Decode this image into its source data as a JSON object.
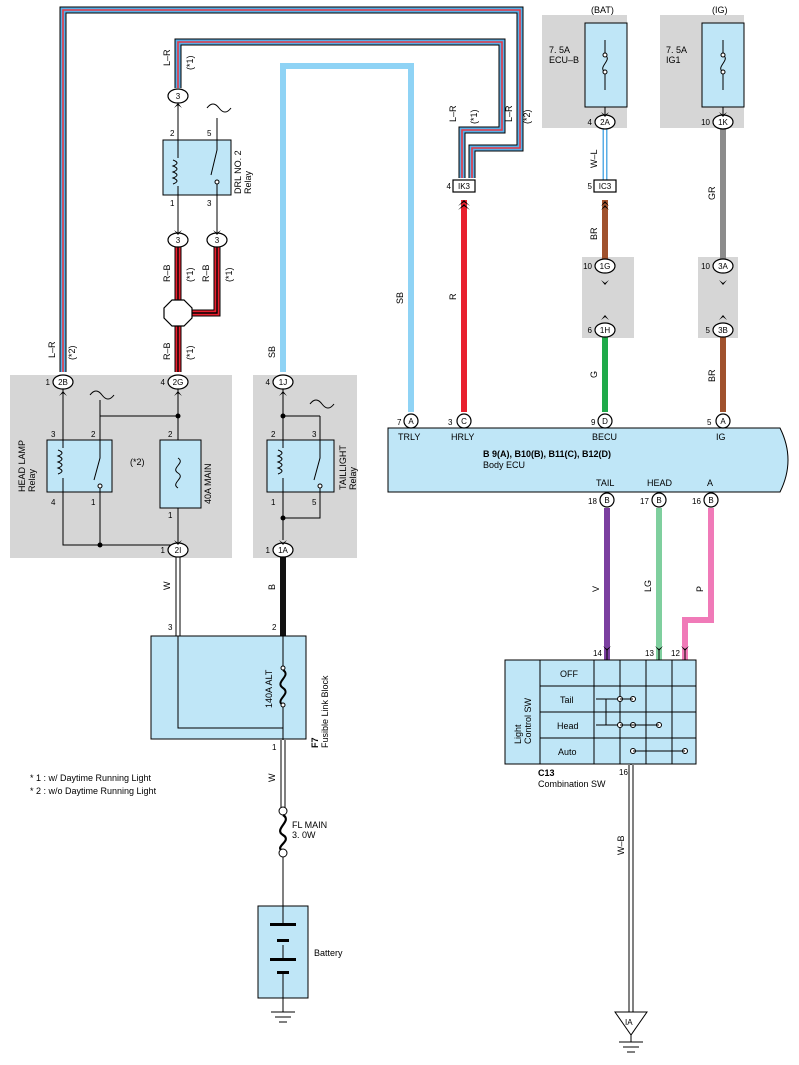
{
  "wires": {
    "l_r": "L–R",
    "r_b": "R–B",
    "sb": "SB",
    "r": "R",
    "w_l": "W–L",
    "br": "BR",
    "g": "G",
    "gr": "GR",
    "v": "V",
    "lg": "LG",
    "p": "P",
    "w": "W",
    "b": "B",
    "w_b": "W–B"
  },
  "notes": {
    "n1": "(*1)",
    "n2": "(*2)"
  },
  "fuses": {
    "ecu_b": {
      "rating": "7. 5A",
      "name": "ECU–B",
      "source": "(BAT)"
    },
    "ig1": {
      "rating": "7. 5A",
      "name": "IG1",
      "source": "(IG)"
    }
  },
  "components": {
    "drl_relay": {
      "name": "DRL NO. 2",
      "type": "Relay"
    },
    "headlamp_relay": {
      "name": "HEAD LAMP",
      "type": "Relay"
    },
    "main_fuse": {
      "name": "40A MAIN"
    },
    "taillight_relay": {
      "name": "TAILLIGHT",
      "type": "Relay"
    },
    "fusible_block": {
      "fuse": "140A ALT",
      "code": "F7",
      "name": "Fusible Link Block"
    },
    "fl_main": {
      "name": "FL MAIN",
      "rating": "3. 0W"
    },
    "battery": {
      "name": "Battery"
    }
  },
  "ecu": {
    "pins": [
      "TRLY",
      "HRLY",
      "BECU",
      "IG",
      "TAIL",
      "HEAD",
      "A"
    ],
    "connectors": "B 9(A), B10(B), B11(C), B12(D)",
    "name": "Body ECU"
  },
  "switch": {
    "title_1": "Light",
    "title_2": "Control SW",
    "positions": [
      "OFF",
      "Tail",
      "Head",
      "Auto"
    ],
    "code": "C13",
    "name": "Combination SW"
  },
  "pins": {
    "drl_2": "2",
    "drl_5": "5",
    "drl_1": "1",
    "drl_3": "3",
    "hl_3": "3",
    "hl_2": "2",
    "hl_4": "4",
    "hl_1": "1",
    "main_2": "2",
    "main_1": "1",
    "tl_2": "2",
    "tl_3": "3",
    "tl_1": "1",
    "tl_5": "5",
    "flb_3": "3",
    "flb_2": "2",
    "flb_1": "1",
    "csw_14": "14",
    "csw_13": "13",
    "csw_12": "12",
    "csw_16": "16",
    "ecu_7": "7",
    "ecu_3": "3",
    "ecu_9": "9",
    "ecu_5": "5",
    "ecu_18": "18",
    "ecu_17": "17",
    "ecu_16": "16"
  },
  "connectors": [
    {
      "id": "conn-3-top",
      "pin": "",
      "label": "3"
    },
    {
      "id": "conn-3-drl-1",
      "pin": "",
      "label": "3"
    },
    {
      "id": "conn-3-drl-3",
      "pin": "",
      "label": "3"
    },
    {
      "id": "conn-2b",
      "pin": "1",
      "label": "2B"
    },
    {
      "id": "conn-2g",
      "pin": "4",
      "label": "2G"
    },
    {
      "id": "conn-1j",
      "pin": "4",
      "label": "1J"
    },
    {
      "id": "conn-2i",
      "pin": "1",
      "label": "2I"
    },
    {
      "id": "conn-1a",
      "pin": "1",
      "label": "1A"
    },
    {
      "id": "conn-2a",
      "pin": "4",
      "label": "2A"
    },
    {
      "id": "conn-1k",
      "pin": "10",
      "label": "1K"
    },
    {
      "id": "conn-ic3",
      "pin": "5",
      "label": "IC3"
    },
    {
      "id": "conn-ik3",
      "pin": "4",
      "label": "IK3"
    },
    {
      "id": "conn-1g",
      "pin": "10",
      "label": "1G"
    },
    {
      "id": "conn-1h",
      "pin": "6",
      "label": "1H"
    },
    {
      "id": "conn-3a",
      "pin": "10",
      "label": "3A"
    },
    {
      "id": "conn-3b",
      "pin": "5",
      "label": "3B"
    },
    {
      "id": "conn-ecu-a",
      "pin": "",
      "label": "A"
    },
    {
      "id": "conn-ecu-c",
      "pin": "",
      "label": "C"
    },
    {
      "id": "conn-ecu-d",
      "pin": "",
      "label": "D"
    },
    {
      "id": "conn-ecu-a2",
      "pin": "",
      "label": "A"
    },
    {
      "id": "conn-ecu-b-tail",
      "pin": "",
      "label": "B"
    },
    {
      "id": "conn-ecu-b-head",
      "pin": "",
      "label": "B"
    },
    {
      "id": "conn-ecu-b-a",
      "pin": "",
      "label": "B"
    }
  ],
  "ground": {
    "label": "IA"
  },
  "legend": [
    "* 1 : w/ Daytime Running Light",
    "* 2 : w/o Daytime Running Light"
  ]
}
